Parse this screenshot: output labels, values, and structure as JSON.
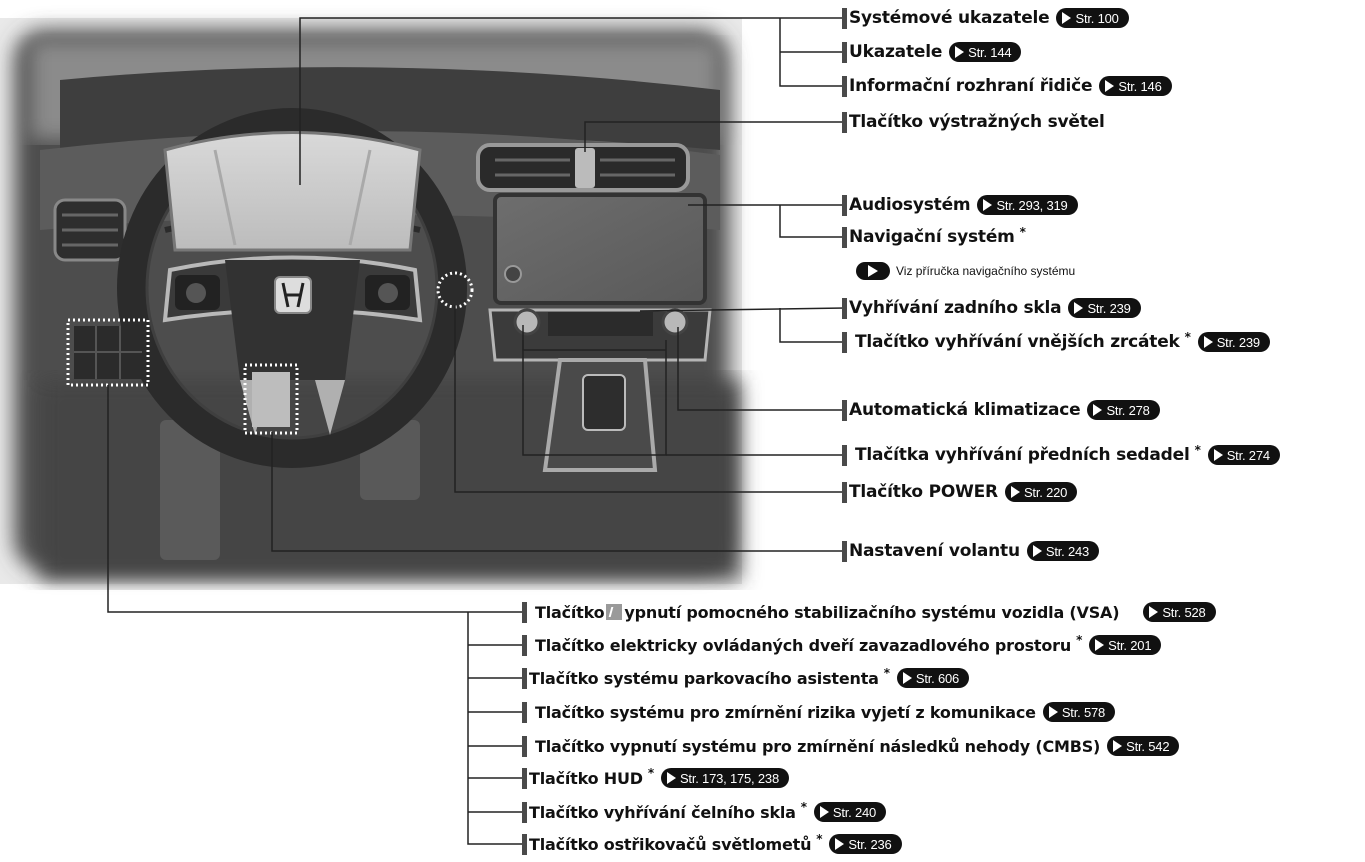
{
  "diagram": {
    "labels": [
      {
        "id": "system-indicators",
        "text": "Systémové ukazatele",
        "asterisk": false,
        "ref": "Str. 100"
      },
      {
        "id": "gauges",
        "text": "Ukazatele",
        "asterisk": false,
        "ref": "Str. 144"
      },
      {
        "id": "driver-info-interface",
        "text": "Informační rozhraní řidiče",
        "asterisk": false,
        "ref": "Str. 146"
      },
      {
        "id": "hazard-button",
        "text": "Tlačítko výstražných světel",
        "asterisk": false,
        "ref": ""
      },
      {
        "id": "audio-system",
        "text": "Audiosystém",
        "asterisk": false,
        "ref": "Str. 293, 319"
      },
      {
        "id": "navigation-system",
        "text": "Navigační systém",
        "asterisk": true,
        "ref": ""
      },
      {
        "id": "rear-defroster",
        "text": "Vyhřívání zadního skla",
        "asterisk": false,
        "ref": "Str. 239"
      },
      {
        "id": "mirror-heater-button",
        "text": "Tlačítko vyhřívání vnějších zrcátek",
        "asterisk": true,
        "ref": "Str. 239"
      },
      {
        "id": "auto-climate",
        "text": "Automatická klimatizace",
        "asterisk": false,
        "ref": "Str. 278"
      },
      {
        "id": "seat-heater-buttons",
        "text": "Tlačítka vyhřívání předních sedadel",
        "asterisk": true,
        "ref": "Str. 274"
      },
      {
        "id": "power-button",
        "text": "Tlačítko POWER",
        "asterisk": false,
        "ref": "Str. 220"
      },
      {
        "id": "steering-adjust",
        "text": "Nastavení volantu",
        "asterisk": false,
        "ref": "Str. 243"
      },
      {
        "id": "vsa-off-button",
        "text_pre": "Tlačítko",
        "text": "ypnutí pomocného stabilizačního systému vozidla (VSA)",
        "asterisk": false,
        "ref": "Str. 528"
      },
      {
        "id": "power-tailgate-button",
        "text": "Tlačítko elektricky ovládaných dveří zavazadlového prostoru",
        "asterisk": true,
        "ref": "Str. 201"
      },
      {
        "id": "parking-sensor-button",
        "text": "Tlačítko systému parkovacího asistenta",
        "asterisk": true,
        "ref": "Str. 606"
      },
      {
        "id": "road-departure-button",
        "text": "Tlačítko systému pro zmírnění rizika vyjetí z komunikace",
        "asterisk": false,
        "ref": "Str. 578"
      },
      {
        "id": "cmbs-off-button",
        "text": "Tlačítko vypnutí systému pro zmírnění následků nehody (CMBS)",
        "asterisk": false,
        "ref": "Str. 542"
      },
      {
        "id": "hud-button",
        "text": "Tlačítko HUD",
        "asterisk": true,
        "ref": "Str. 173, 175, 238"
      },
      {
        "id": "windshield-heater-button",
        "text": "Tlačítko vyhřívání čelního skla",
        "asterisk": true,
        "ref": "Str. 240"
      },
      {
        "id": "headlight-washer-button",
        "text": "Tlačítko ostřikovačů světlometů",
        "asterisk": true,
        "ref": "Str. 236"
      }
    ],
    "navigation_note": "Viz příručka navigačního systému"
  }
}
